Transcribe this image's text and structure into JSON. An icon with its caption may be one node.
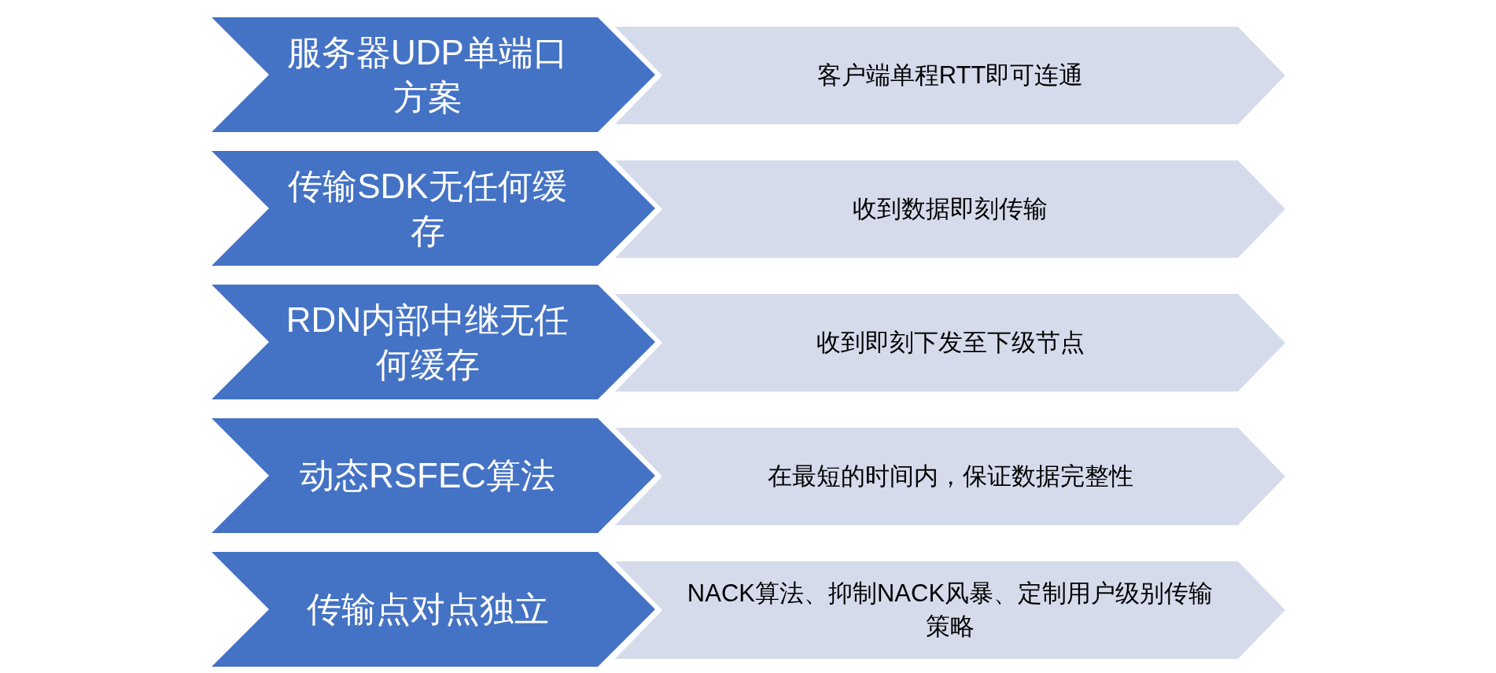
{
  "diagram": {
    "nodes": [
      {
        "text": [
          "服务器UDP单端口方案"
        ]
      },
      {
        "text": [
          "客户端单程RTT即可连通"
        ]
      },
      {
        "text": [
          "传输SDK无任何缓存"
        ]
      },
      {
        "text": [
          "收到数据即刻传输"
        ]
      },
      {
        "text": [
          "RDN内部中继无任何缓存"
        ]
      },
      {
        "text": [
          "收到即刻下发至下级节点"
        ]
      },
      {
        "text": [
          "动态RSFEC算法"
        ]
      },
      {
        "text": [
          "在最短的时间内，保证数据完整性"
        ]
      },
      {
        "text": [
          "传输点对点独立"
        ]
      },
      {
        "text": [
          "NACK算法、抑制NACK风暴、定制用户级别传输策略"
        ]
      }
    ]
  }
}
